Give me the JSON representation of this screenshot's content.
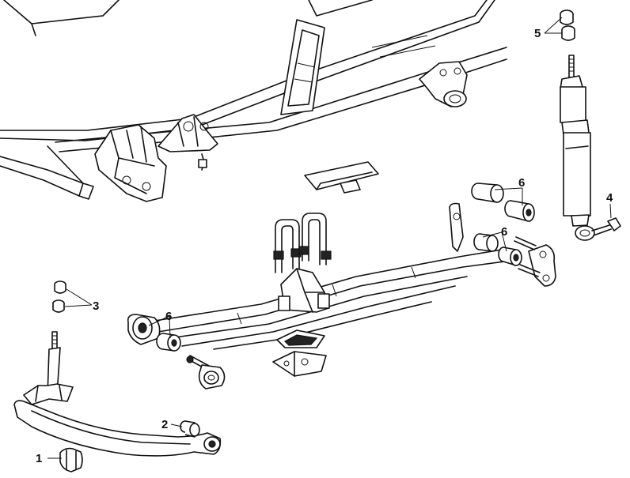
{
  "callouts": {
    "c1": "1",
    "c2": "2",
    "c3": "3",
    "c4": "4",
    "c5": "5",
    "c6a": "6",
    "c6b": "6",
    "c6c": "6"
  }
}
